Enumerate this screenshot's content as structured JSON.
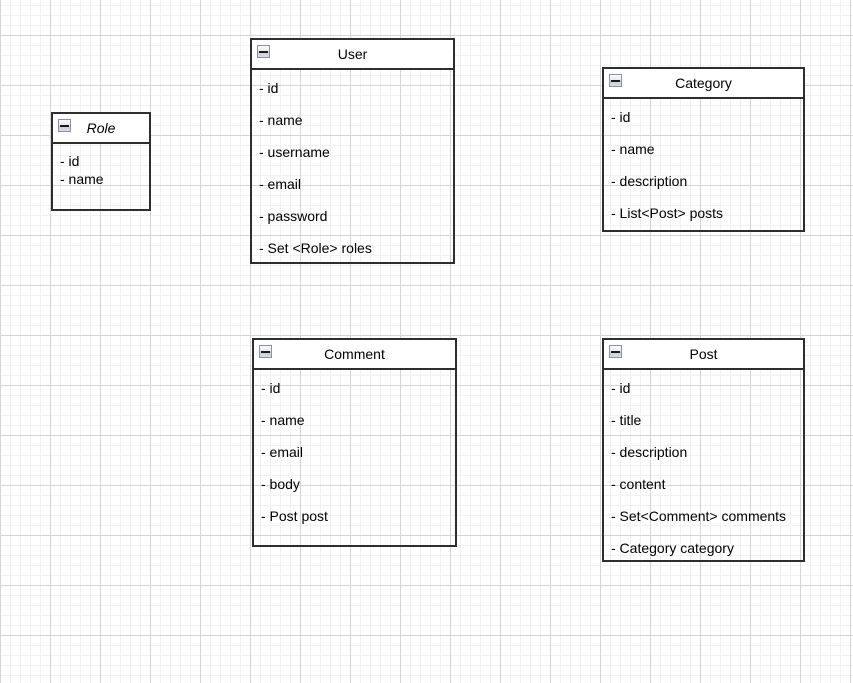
{
  "canvas": {
    "background_color": "#ffffff",
    "grid_minor_color": "#f1f1f4",
    "grid_major_color": "#d5d5d8",
    "box_border_color": "#2e2e2e",
    "text_color": "#000000"
  },
  "icons": {
    "collapse": "minus-in-square"
  },
  "classes": [
    {
      "name": "Role",
      "abstract": true,
      "fields": [
        "- id",
        "- name"
      ]
    },
    {
      "name": "User",
      "abstract": false,
      "fields": [
        "- id",
        "- name",
        "- username",
        "- email",
        "- password",
        "- Set <Role> roles"
      ]
    },
    {
      "name": "Category",
      "abstract": false,
      "fields": [
        "- id",
        "- name",
        "- description",
        "- List<Post> posts"
      ]
    },
    {
      "name": "Comment",
      "abstract": false,
      "fields": [
        "- id",
        "- name",
        "- email",
        "- body",
        "- Post post"
      ]
    },
    {
      "name": "Post",
      "abstract": false,
      "fields": [
        "- id",
        "- title",
        "- description",
        "- content",
        "- Set<Comment> comments",
        "- Category category"
      ]
    }
  ]
}
